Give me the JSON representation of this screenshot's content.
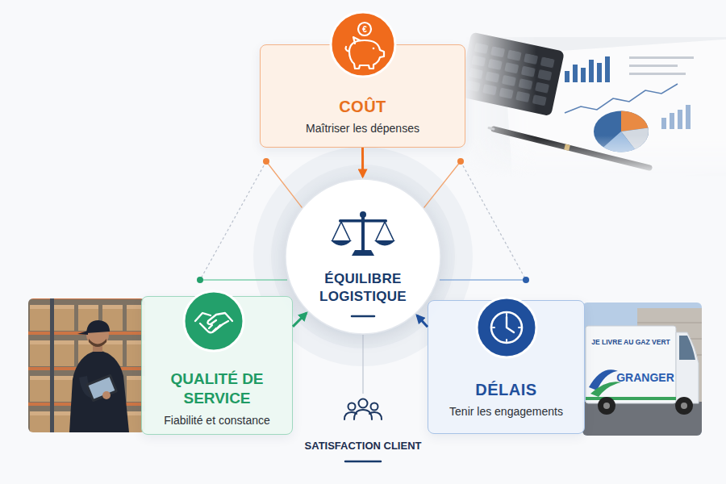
{
  "diagram": {
    "nodes": [
      {
        "text": [
          "COÛT",
          "Maîtriser les dépenses"
        ]
      },
      {
        "text": [
          "ÉQUILIBRE LOGISTIQUE"
        ]
      },
      {
        "text": [
          "QUALITÉ DE SERVICE",
          "Fiabilité et constance"
        ]
      },
      {
        "text": [
          "DÉLAIS",
          "Tenir les engagements"
        ]
      }
    ],
    "edges": [
      {
        "from": 0,
        "to": 1,
        "arrow": "to"
      },
      {
        "from": 2,
        "to": 1,
        "arrow": "to"
      },
      {
        "from": 3,
        "to": 1,
        "arrow": "to"
      }
    ],
    "labels": [
      "€",
      "JE LIVRE AU GAZ VERT",
      "GRANGER",
      "SATISFACTION CLIENT"
    ]
  }
}
